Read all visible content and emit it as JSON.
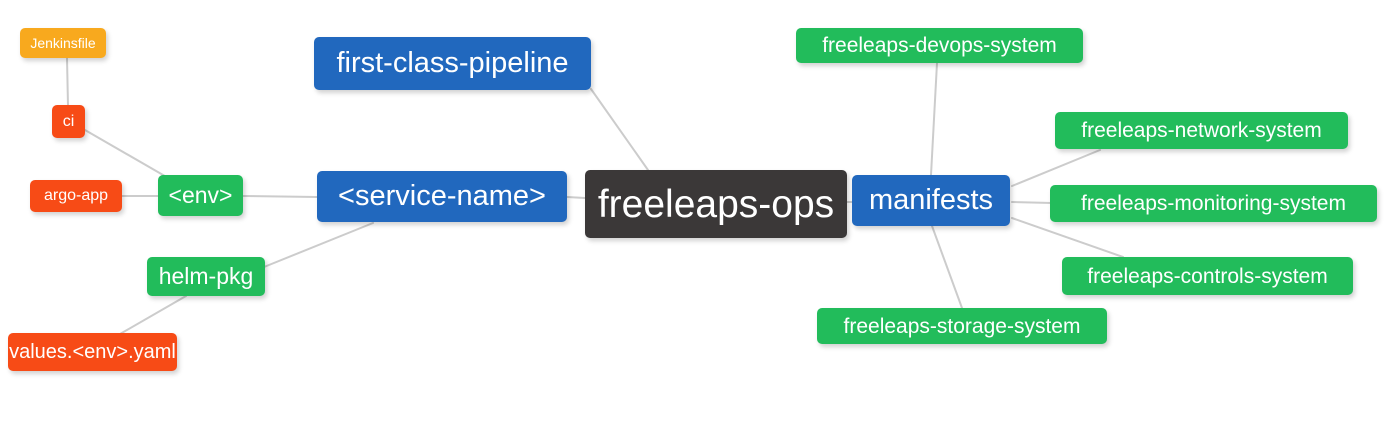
{
  "diagram": {
    "type": "mindmap",
    "root_label": "freeleaps-ops"
  },
  "palette": {
    "blue": "#2168BE",
    "green": "#22BC5B",
    "red": "#F74B16",
    "orange": "#F8A91E",
    "dark": "#3B3838",
    "edge": "#CCCCCC",
    "text": "#FFFFFF",
    "background": "#FFFFFF"
  },
  "nodes": [
    {
      "id": "jenkinsfile",
      "label": "Jenkinsfile",
      "color": "#F8A91E"
    },
    {
      "id": "ci",
      "label": "ci",
      "color": "#F74B16"
    },
    {
      "id": "argo-app",
      "label": "argo-app",
      "color": "#F74B16"
    },
    {
      "id": "env",
      "label": "<env>",
      "color": "#22BC5B"
    },
    {
      "id": "helm-pkg",
      "label": "helm-pkg",
      "color": "#22BC5B"
    },
    {
      "id": "values-env-yaml",
      "label": "values.<env>.yaml",
      "color": "#F74B16"
    },
    {
      "id": "first-class-pipeline",
      "label": "first-class-pipeline",
      "color": "#2168BE"
    },
    {
      "id": "service-name",
      "label": "<service-name>",
      "color": "#2168BE"
    },
    {
      "id": "freeleaps-ops",
      "label": "freeleaps-ops",
      "color": "#3B3838",
      "role": "root"
    },
    {
      "id": "manifests",
      "label": "manifests",
      "color": "#2168BE"
    },
    {
      "id": "freeleaps-devops-system",
      "label": "freeleaps-devops-system",
      "color": "#22BC5B"
    },
    {
      "id": "freeleaps-network-system",
      "label": "freeleaps-network-system",
      "color": "#22BC5B"
    },
    {
      "id": "freeleaps-monitoring-system",
      "label": "freeleaps-monitoring-system",
      "color": "#22BC5B"
    },
    {
      "id": "freeleaps-controls-system",
      "label": "freeleaps-controls-system",
      "color": "#22BC5B"
    },
    {
      "id": "freeleaps-storage-system",
      "label": "freeleaps-storage-system",
      "color": "#22BC5B"
    }
  ],
  "edges": [
    {
      "from": "ci",
      "to": "jenkinsfile"
    },
    {
      "from": "env",
      "to": "ci"
    },
    {
      "from": "env",
      "to": "argo-app"
    },
    {
      "from": "service-name",
      "to": "env"
    },
    {
      "from": "service-name",
      "to": "helm-pkg"
    },
    {
      "from": "helm-pkg",
      "to": "values-env-yaml"
    },
    {
      "from": "freeleaps-ops",
      "to": "first-class-pipeline"
    },
    {
      "from": "freeleaps-ops",
      "to": "service-name"
    },
    {
      "from": "freeleaps-ops",
      "to": "manifests"
    },
    {
      "from": "manifests",
      "to": "freeleaps-devops-system"
    },
    {
      "from": "manifests",
      "to": "freeleaps-network-system"
    },
    {
      "from": "manifests",
      "to": "freeleaps-monitoring-system"
    },
    {
      "from": "manifests",
      "to": "freeleaps-controls-system"
    },
    {
      "from": "manifests",
      "to": "freeleaps-storage-system"
    }
  ]
}
